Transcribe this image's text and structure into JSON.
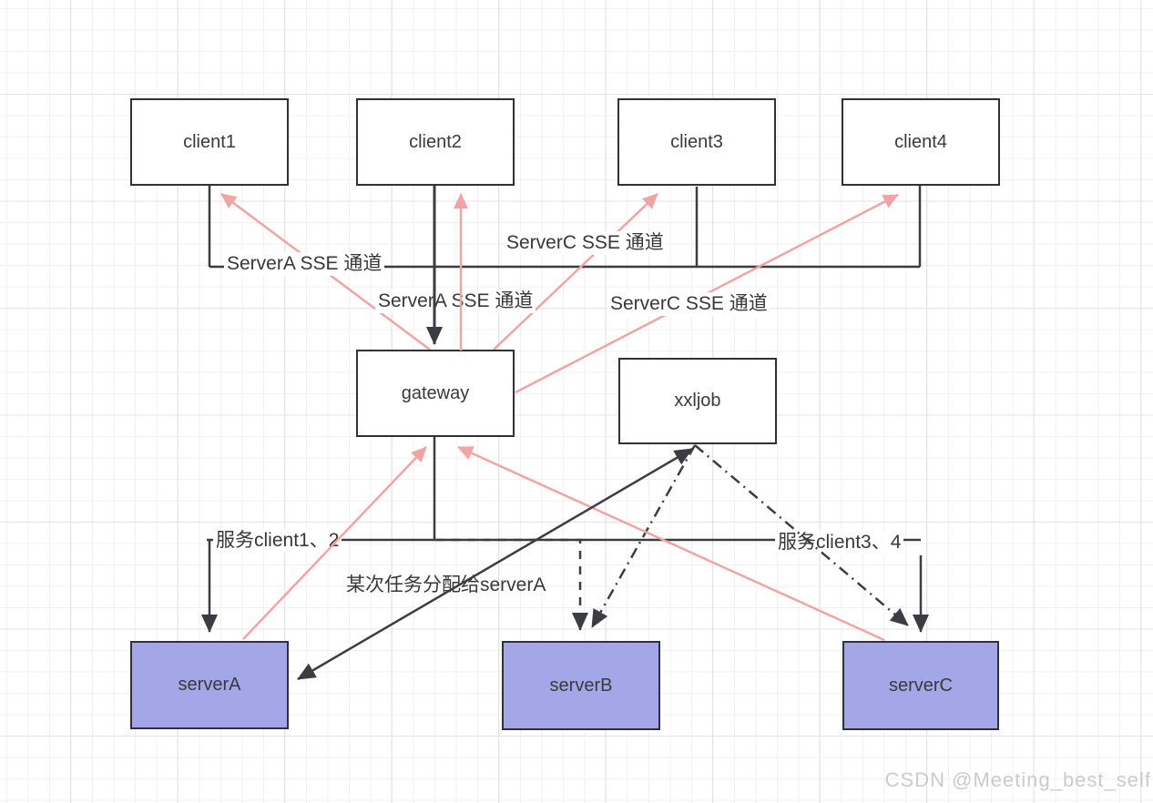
{
  "diagram": {
    "title_hint": "gateway SSE routing diagram",
    "nodes": {
      "client1": {
        "label": "client1"
      },
      "client2": {
        "label": "client2"
      },
      "client3": {
        "label": "client3"
      },
      "client4": {
        "label": "client4"
      },
      "gateway": {
        "label": "gateway"
      },
      "xxljob": {
        "label": "xxljob"
      },
      "serverA": {
        "label": "serverA"
      },
      "serverB": {
        "label": "serverB"
      },
      "serverC": {
        "label": "serverC"
      }
    },
    "edge_labels": {
      "sse_a_client1": "ServerA SSE 通道",
      "sse_a_client2": "ServerA SSE 通道",
      "sse_c_client3": "ServerC SSE 通道",
      "sse_c_client4": "ServerC SSE 通道",
      "serve_client12": "服务client1、2",
      "serve_client34": "服务client3、4",
      "task_assignment": "某次任务分配给serverA"
    },
    "colors": {
      "edge_black": "#3c3c43",
      "edge_pink": "#f2a3a3",
      "server_fill": "#a3a7e8",
      "node_border": "#30303a",
      "label_text": "#383838",
      "watermark_gray": "#cbcbcb"
    },
    "watermark": "CSDN @Meeting_best_self"
  }
}
